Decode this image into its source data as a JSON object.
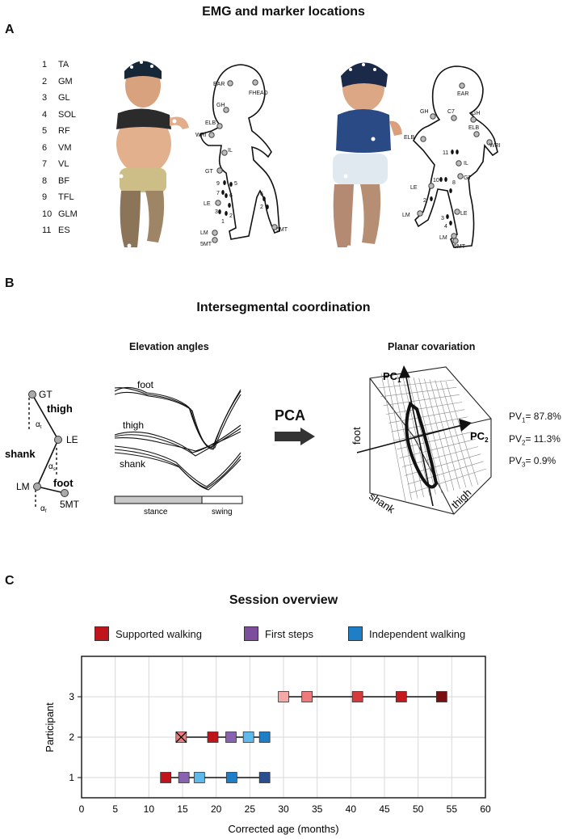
{
  "panelA": {
    "letter": "A",
    "title": "EMG and marker locations",
    "muscles": [
      {
        "num": "1",
        "name": "TA"
      },
      {
        "num": "2",
        "name": "GM"
      },
      {
        "num": "3",
        "name": "GL"
      },
      {
        "num": "4",
        "name": "SOL"
      },
      {
        "num": "5",
        "name": "RF"
      },
      {
        "num": "6",
        "name": "VM"
      },
      {
        "num": "7",
        "name": "VL"
      },
      {
        "num": "8",
        "name": "BF"
      },
      {
        "num": "9",
        "name": "TFL"
      },
      {
        "num": "10",
        "name": "GLM"
      },
      {
        "num": "11",
        "name": "ES"
      }
    ],
    "front_markers": [
      "EAR",
      "FHEAD",
      "GH",
      "ELB",
      "WRI",
      "IL",
      "GT",
      "LE",
      "LM",
      "5MT",
      "5MT"
    ],
    "front_numbers": [
      "9",
      "5",
      "7",
      "6",
      "2",
      "3",
      "1",
      "6",
      "2"
    ],
    "back_markers": [
      "EAR",
      "C7",
      "GH",
      "GH",
      "ELB",
      "ELB",
      "WRI",
      "IL",
      "GT",
      "LE",
      "LE",
      "LM",
      "LM",
      "5MT"
    ],
    "back_numbers": [
      "11",
      "10",
      "8",
      "2",
      "3",
      "4"
    ]
  },
  "panelB": {
    "letter": "B",
    "title": "Intersegmental coordination",
    "elevation_title": "Elevation angles",
    "planar_title": "Planar covariation",
    "segment_labels": {
      "gt": "GT",
      "thigh": "thigh",
      "le": "LE",
      "shank": "shank",
      "lm": "LM",
      "foot": "foot",
      "fivemt": "5MT"
    },
    "angle_labels": {
      "alpha_t": "α",
      "alpha_t_sub": "t",
      "alpha_s": "α",
      "alpha_s_sub": "s",
      "alpha_f": "α",
      "alpha_f_sub": "f"
    },
    "trace_labels": {
      "foot": "foot",
      "thigh": "thigh",
      "shank": "shank"
    },
    "phase_labels": {
      "stance": "stance",
      "swing": "swing"
    },
    "pca_label": "PCA",
    "axes3d": {
      "foot": "foot",
      "shank": "shank",
      "thigh": "thigh"
    },
    "pc_labels": {
      "pc1": "PC",
      "pc1_sub": "1",
      "pc2": "PC",
      "pc2_sub": "2"
    },
    "pv": [
      {
        "prefix": "PV",
        "sub": "1",
        "value": "= 87.8%"
      },
      {
        "prefix": "PV",
        "sub": "2",
        "value": "= 11.3%"
      },
      {
        "prefix": "PV",
        "sub": "3",
        "value": "= 0.9%"
      }
    ]
  },
  "panelC": {
    "letter": "C",
    "title": "Session overview",
    "legend": [
      {
        "label": "Supported walking",
        "color": "#c0141c"
      },
      {
        "label": "First steps",
        "color": "#7b4f9d"
      },
      {
        "label": "Independent walking",
        "color": "#1f7fc6"
      }
    ]
  },
  "chart_data": {
    "type": "scatter",
    "title": "Session overview",
    "xlabel": "Corrected age (months)",
    "ylabel": "Participant",
    "xlim": [
      0,
      60
    ],
    "ylim": [
      0.5,
      4
    ],
    "xticks": [
      0,
      5,
      10,
      15,
      20,
      25,
      30,
      35,
      40,
      45,
      50,
      55,
      60
    ],
    "yticks": [
      1,
      2,
      3
    ],
    "grid": true,
    "legend_position": "top",
    "series": [
      {
        "participant": 3,
        "sessions": [
          {
            "x": 30,
            "color": "#f4a8a8",
            "category": "Supported walking"
          },
          {
            "x": 33.5,
            "color": "#ef7a7a",
            "category": "Supported walking"
          },
          {
            "x": 41,
            "color": "#d73a3a",
            "category": "Supported walking"
          },
          {
            "x": 47.5,
            "color": "#c41a1f",
            "category": "Supported walking"
          },
          {
            "x": 53.5,
            "color": "#7a0f0f",
            "category": "Supported walking"
          }
        ]
      },
      {
        "participant": 2,
        "sessions": [
          {
            "x": 14.8,
            "color": "#e97e7e",
            "category": "Supported walking",
            "marker": "crossed"
          },
          {
            "x": 19.5,
            "color": "#c0141c",
            "category": "Supported walking"
          },
          {
            "x": 22.2,
            "color": "#8a63b0",
            "category": "First steps"
          },
          {
            "x": 24.8,
            "color": "#5fb9ea",
            "category": "Independent walking"
          },
          {
            "x": 27.2,
            "color": "#1f7fc6",
            "category": "Independent walking"
          }
        ]
      },
      {
        "participant": 1,
        "sessions": [
          {
            "x": 12.5,
            "color": "#c0141c",
            "category": "Supported walking"
          },
          {
            "x": 15.2,
            "color": "#8a63b0",
            "category": "First steps"
          },
          {
            "x": 17.5,
            "color": "#5fb9ea",
            "category": "Independent walking"
          },
          {
            "x": 22.3,
            "color": "#1f7fc6",
            "category": "Independent walking"
          },
          {
            "x": 27.2,
            "color": "#294f8f",
            "category": "Independent walking"
          }
        ]
      }
    ]
  }
}
